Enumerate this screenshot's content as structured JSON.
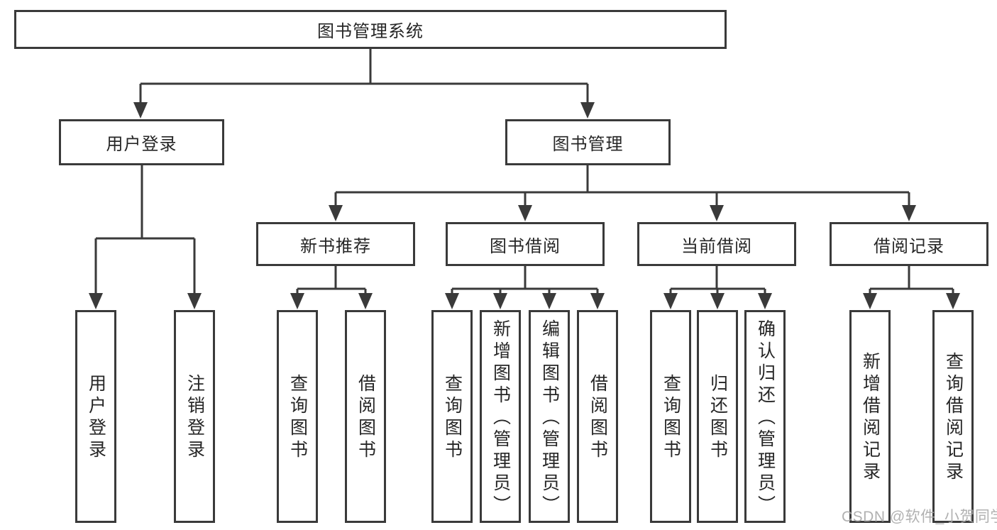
{
  "diagram": {
    "title": "图书管理系统",
    "root": {
      "label": "图书管理系统"
    },
    "children": [
      {
        "label": "用户登录",
        "children": [
          {
            "label": "用户登录"
          },
          {
            "label": "注销登录"
          }
        ]
      },
      {
        "label": "图书管理",
        "children": [
          {
            "label": "新书推荐",
            "children": [
              {
                "label": "查询图书"
              },
              {
                "label": "借阅图书"
              }
            ]
          },
          {
            "label": "图书借阅",
            "children": [
              {
                "label": "查询图书"
              },
              {
                "label": "新增图书（管理员）"
              },
              {
                "label": "编辑图书（管理员）"
              },
              {
                "label": "借阅图书"
              }
            ]
          },
          {
            "label": "当前借阅",
            "children": [
              {
                "label": "查询图书"
              },
              {
                "label": "归还图书"
              },
              {
                "label": "确认归还（管理员）"
              }
            ]
          },
          {
            "label": "借阅记录",
            "children": [
              {
                "label": "新增借阅记录"
              },
              {
                "label": "查询借阅记录"
              }
            ]
          }
        ]
      }
    ]
  },
  "watermark": "CSDN @软件_小贺同学",
  "colors": {
    "line": "#3a3a3a",
    "box_border": "#3a3a3a",
    "box_background": "#ffffff",
    "text": "#262626",
    "watermark": "#a8a8a8",
    "page_background": "#ffffff"
  }
}
